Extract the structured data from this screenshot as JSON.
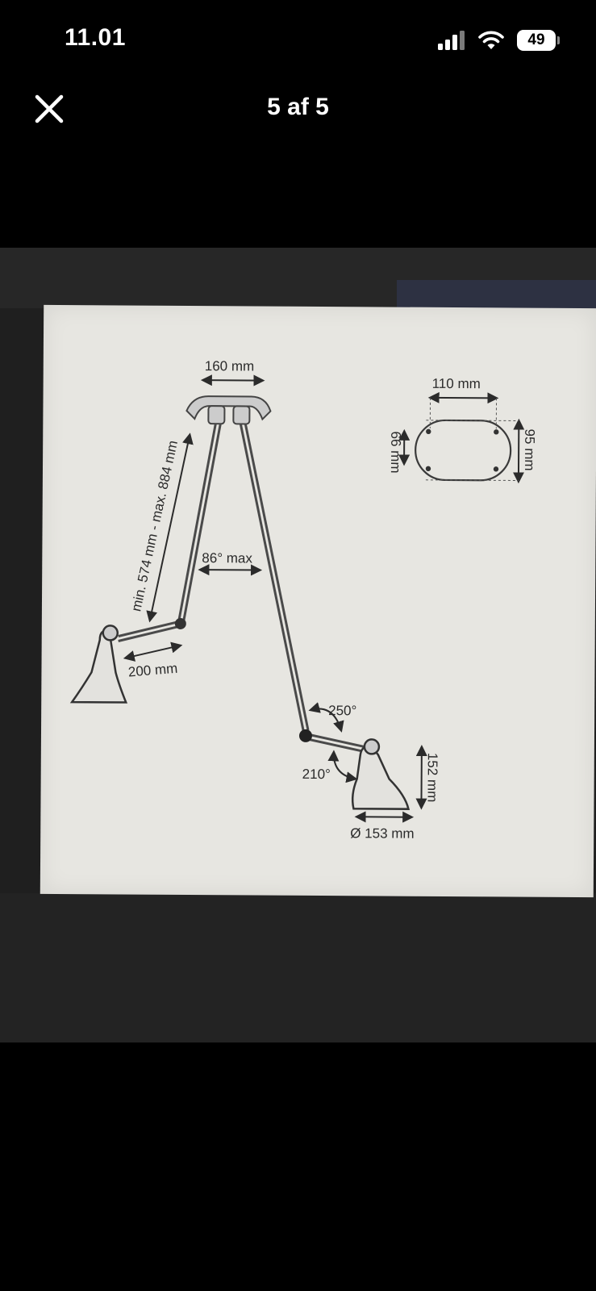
{
  "status_bar": {
    "time": "11.01",
    "battery_level": "49"
  },
  "viewer": {
    "page_indicator": "5 af 5"
  },
  "diagram": {
    "width_label": "160 mm",
    "arm_length_label": "min. 574 mm - max. 884 mm",
    "angle_label": "86° max",
    "elbow_label": "200 mm",
    "plate_width_label": "110 mm",
    "plate_inner_label": "66 mm",
    "plate_height_label": "95 mm",
    "rotation_label_a": "250°",
    "rotation_label_b": "210°",
    "shade_height_label": "152 mm",
    "shade_diameter_label": "Ø 153 mm"
  }
}
